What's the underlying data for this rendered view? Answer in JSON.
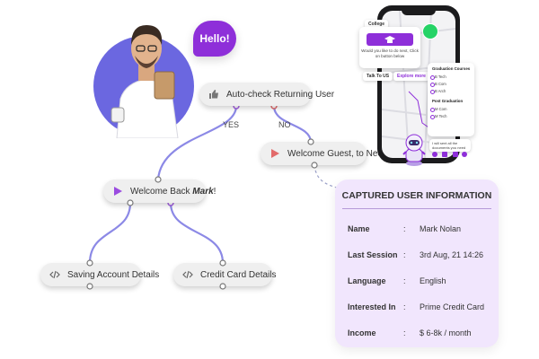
{
  "greeting": {
    "bubble": "Hello!"
  },
  "flow": {
    "nodes": {
      "auto_check": "Auto-check Returning User",
      "welcome_guest": "Welcome Guest, to Neo..",
      "welcome_back_prefix": "Welcome Back ",
      "welcome_back_name": "Mark",
      "welcome_back_suffix": "!",
      "saving_account": "Saving Account Details",
      "credit_card": "Credit Card Details"
    },
    "edges": {
      "yes": "YES",
      "no": "NO"
    },
    "colors": {
      "edge": "#8c89e6",
      "accent": "#a25be0",
      "play": "#9b4ce0",
      "no_dot": "#e26a6a"
    }
  },
  "captured_info": {
    "title": "CAPTURED USER INFORMATION",
    "rows": [
      {
        "key": "Name",
        "value": "Mark Nolan"
      },
      {
        "key": "Last Session",
        "value": "3rd Aug, 21 14:26"
      },
      {
        "key": "Language",
        "value": "English"
      },
      {
        "key": "Interested In",
        "value": "Prime Credit Card"
      },
      {
        "key": "Income",
        "value": "$ 6-8k / month"
      }
    ],
    "separator": ":"
  },
  "phone": {
    "chip_college": "College",
    "college_card_text": "Would you like to do next, Click on button below",
    "chip_talk": "Talk To US",
    "explore": "Explore more",
    "graduation_heading": "Graduation Courses",
    "graduation_options": [
      "B Tech",
      "B Com",
      "B Arch"
    ],
    "post_graduation_heading": "Post Graduation",
    "post_graduation_options": [
      "M Com",
      "M Tech"
    ],
    "bot_message": "I will sent all the documents you need"
  }
}
